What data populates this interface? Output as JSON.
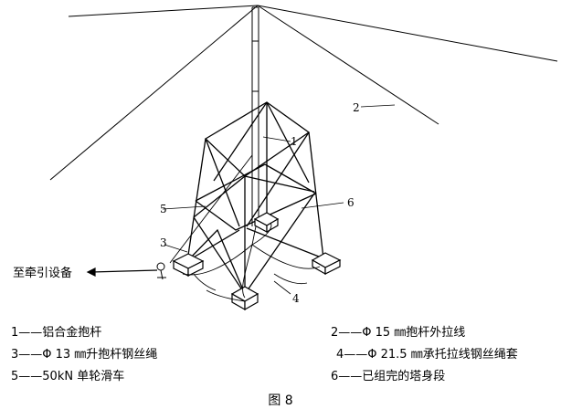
{
  "diagram": {
    "callouts": {
      "c1": "1",
      "c2": "2",
      "c3": "3",
      "c4": "4",
      "c5": "5",
      "c6": "6"
    },
    "traction_label": "至牵引设备"
  },
  "legend": {
    "item1": "1——铝合金抱杆",
    "item2": "2——Φ 15 ㎜抱杆外拉线",
    "item3": "3——Φ 13 ㎜升抱杆钢丝绳",
    "item4": "4——Φ 21.5 ㎜承托拉线钢丝绳套",
    "item5": "5——50kN 单轮滑车",
    "item6": "6——已组完的塔身段"
  },
  "caption": "图 8"
}
